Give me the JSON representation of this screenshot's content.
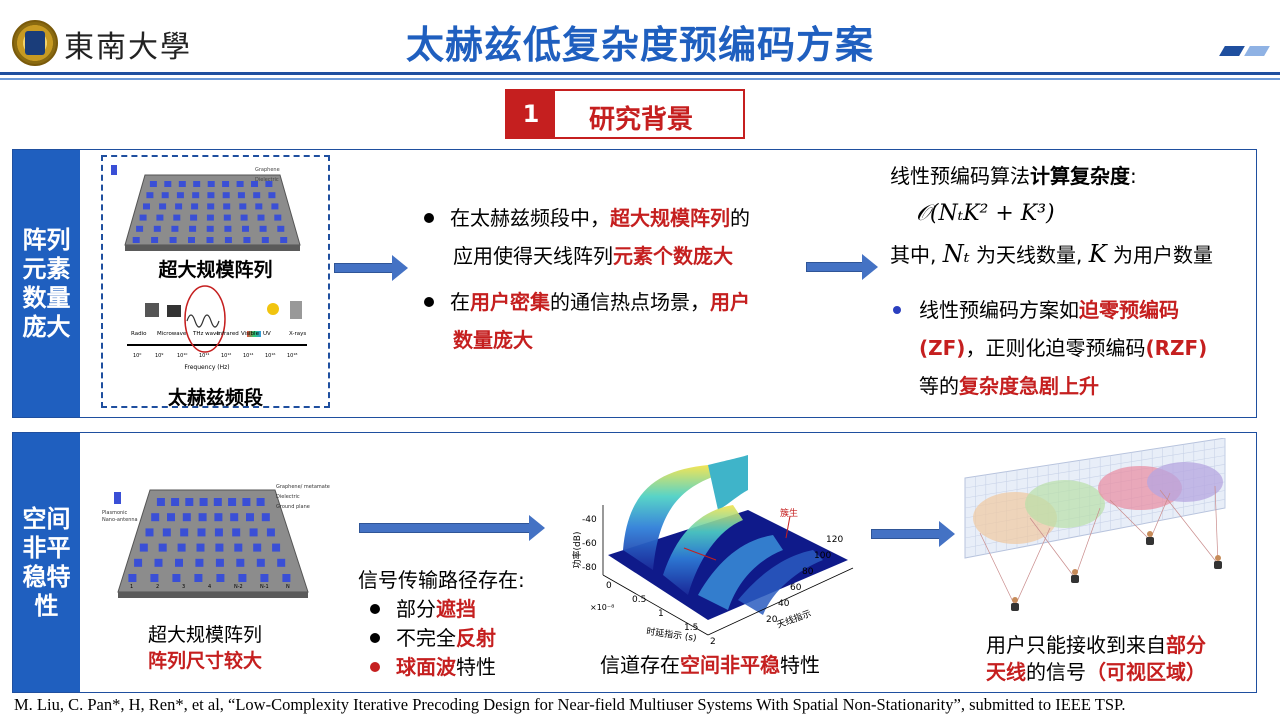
{
  "header": {
    "university": "東南大學",
    "title": "太赫兹低复杂度预编码方案"
  },
  "section": {
    "number": "1",
    "label": "研究背景"
  },
  "row1": {
    "label": "阵列元素数量庞大",
    "image_caption_array": "超大规模阵列",
    "image_caption_band": "太赫兹频段",
    "spectrum_labels": [
      "Radio",
      "Microwave",
      "THz wave",
      "Infrared",
      "Visible",
      "UV",
      "X-rays"
    ],
    "spectrum_axis": "Frequency (Hz)",
    "bullet1": {
      "p1": "在太赫兹频段中，",
      "h1": "超大规模阵列",
      "p2": "的",
      "p3": "应用使得天线阵列",
      "h2": "元素个数庞大"
    },
    "bullet2": {
      "p1": "在",
      "h1": "用户密集",
      "p2": "的通信热点场景，",
      "h2": "用户",
      "h3": "数量庞大"
    },
    "complexity": {
      "intro": "线性预编码算法",
      "intro_bold": "计算复杂度",
      "intro_colon": ":",
      "formula": "𝒪(NₜK² + K³)",
      "where_a": "其中,",
      "nt": "Nₜ",
      "where_b": "为天线数量,",
      "k": "K",
      "where_c": "为用户数量"
    },
    "bullet3": {
      "p1": "线性预编码方案如",
      "h1": "迫零预编码",
      "h2": "(ZF)",
      "p2": "，正则化迫零预编码",
      "h3": "(RZF)",
      "p3": "等的",
      "h4": "复杂度急剧上升"
    }
  },
  "row2": {
    "label": "空间非平稳特性",
    "array_caption": "超大规模阵列",
    "array_caption_red": "阵列尺寸较大",
    "array_side_labels": [
      "Graphene/ metamaterial",
      "Dielectric",
      "Ground plane"
    ],
    "array_left_labels": [
      "Plasmonic",
      "Nano-antenna"
    ],
    "array_index_labels": [
      "1",
      "2",
      "3",
      "4",
      "N-2",
      "N-1",
      "N"
    ],
    "path_title": "信号传输路径存在:",
    "path_items": [
      {
        "plain": "部分",
        "red": "遮挡"
      },
      {
        "plain": "不完全",
        "red": "反射"
      },
      {
        "red": "球面波",
        "plain": "特性"
      }
    ],
    "plot": {
      "zlabel": "功率(dB)",
      "z_ticks": [
        "-40",
        "-60",
        "-80"
      ],
      "x_ticks": [
        "0",
        "0.5",
        "1",
        "1.5",
        "2"
      ],
      "x_exp": "×10⁻⁸",
      "xlabel": "时延指示 (s)",
      "y_ticks": [
        "20",
        "40",
        "60",
        "80",
        "100",
        "120"
      ],
      "ylabel": "天线指示",
      "annot": "簇生",
      "caption_plain": "信道存在",
      "caption_red": "空间非平稳",
      "caption_tail": "特性"
    },
    "user_caption_p1": "用户只能接收到来自",
    "user_caption_r1": "部分",
    "user_caption_r2": "天线",
    "user_caption_p2": "的信号",
    "user_caption_r3": "（可视区域）"
  },
  "citation": "M. Liu, C. Pan*, H, Ren*, et al, “Low-Complexity Iterative Precoding Design for Near-field Multiuser Systems With Spatial Non-Stationarity”, submitted to IEEE TSP.",
  "colors": {
    "primary_blue": "#1f5fbf",
    "accent_red": "#c51f1f",
    "arrow_blue": "#4472c4"
  }
}
